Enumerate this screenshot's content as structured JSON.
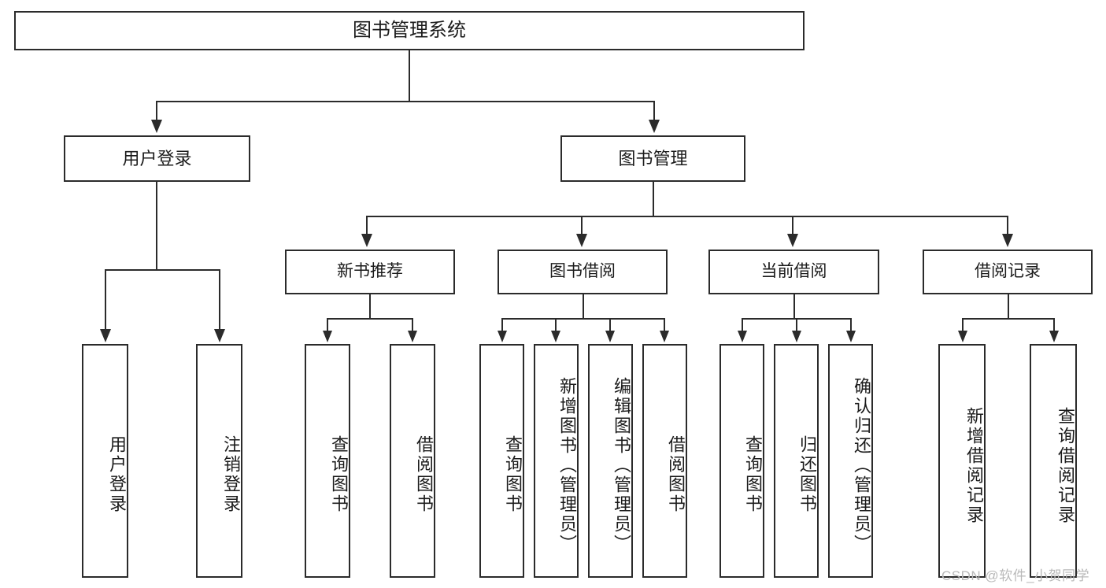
{
  "diagram": {
    "type": "tree",
    "title": "图书管理系统",
    "watermark": "CSDN @软件_小贺同学",
    "root": {
      "label": "图书管理系统"
    },
    "level2": [
      {
        "label": "用户登录"
      },
      {
        "label": "图书管理"
      }
    ],
    "level3": [
      {
        "label": "新书推荐"
      },
      {
        "label": "图书借阅"
      },
      {
        "label": "当前借阅"
      },
      {
        "label": "借阅记录"
      }
    ],
    "leaves": {
      "user_login": [
        {
          "label": "用户登录"
        },
        {
          "label": "注销登录"
        }
      ],
      "new_book_recommend": [
        {
          "label": "查询图书"
        },
        {
          "label": "借阅图书"
        }
      ],
      "book_borrow": [
        {
          "label": "查询图书"
        },
        {
          "label": "新增图书（管理员）"
        },
        {
          "label": "编辑图书（管理员）"
        },
        {
          "label": "借阅图书"
        }
      ],
      "current_borrow": [
        {
          "label": "查询图书"
        },
        {
          "label": "归还图书"
        },
        {
          "label": "确认归还（管理员）"
        }
      ],
      "borrow_record": [
        {
          "label": "新增借阅记录"
        },
        {
          "label": "查询借阅记录"
        }
      ]
    },
    "colors": {
      "border": "#2b2b2b",
      "background": "#ffffff",
      "text": "#1b1b1b",
      "watermark": "#b9b9b9"
    }
  }
}
